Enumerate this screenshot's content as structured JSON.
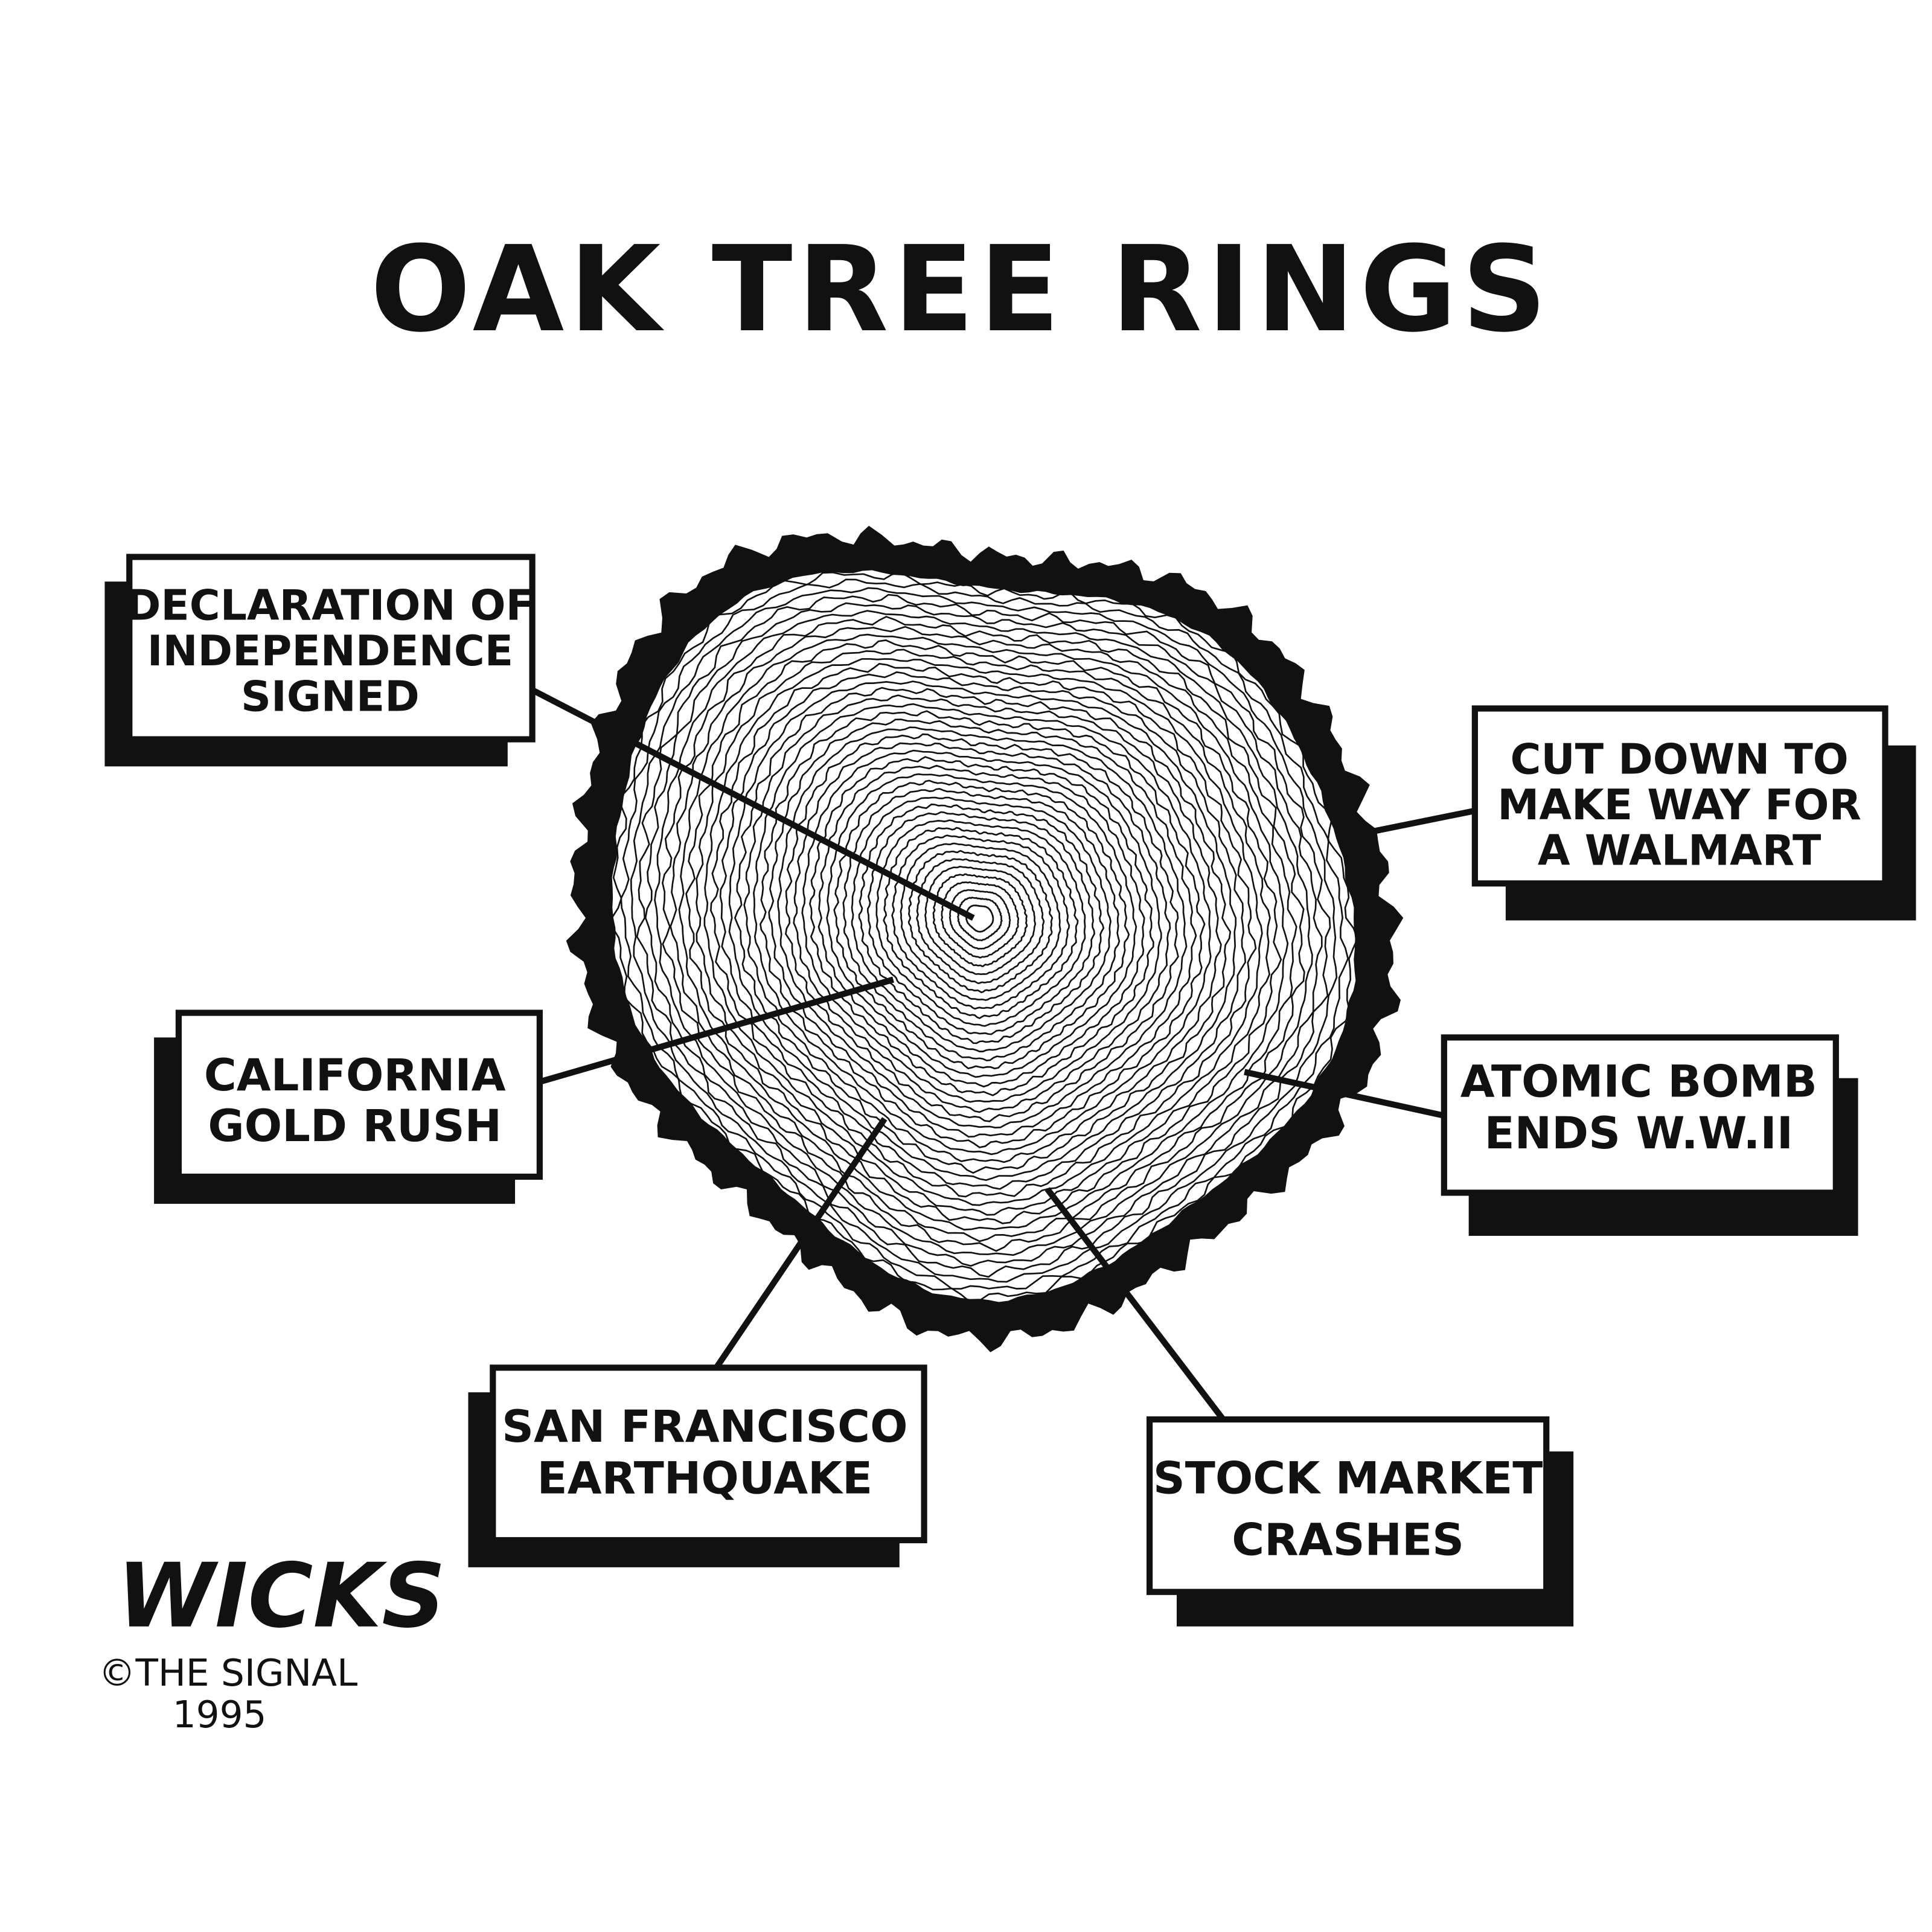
{
  "title": "OAK TREE RINGS",
  "labels": {
    "declaration": [
      "DECLARATION OF",
      "INDEPENDENCE",
      "SIGNED"
    ],
    "walmart": [
      "CUT DOWN TO",
      "MAKE WAY FOR",
      "A WALMART"
    ],
    "gold_rush": [
      "CALIFORNIA",
      "GOLD RUSH"
    ],
    "atomic": [
      "ATOMIC BOMB",
      "ENDS W.W.II"
    ],
    "earthquake": [
      "SAN FRANCISCO",
      "EARTHQUAKE"
    ],
    "stock": [
      "STOCK MARKET",
      "CRASHES"
    ]
  },
  "signature": "WICKS",
  "credit": {
    "line1": "©THE SIGNAL",
    "line2": "1995"
  },
  "colors": {
    "ink": "#111111",
    "paper": "#ffffff"
  }
}
